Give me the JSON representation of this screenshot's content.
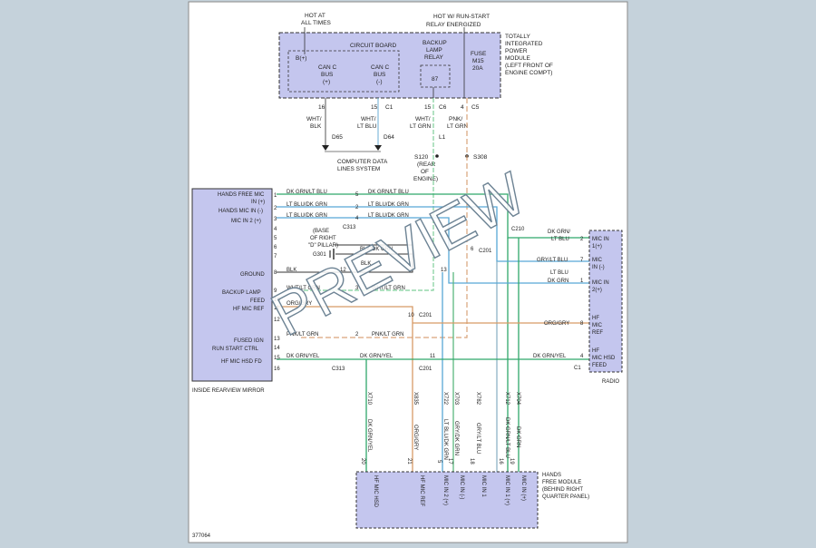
{
  "module_tipm": {
    "hot_at_all_times": [
      "HOT AT",
      "ALL TIMES"
    ],
    "hot_w_run_start": [
      "HOT W/ RUN-START",
      "RELAY ENERGIZED"
    ],
    "circuit_board": "CIRCUIT BOARD",
    "b_plus": "B(+)",
    "can_c_bus_plus": [
      "CAN C",
      "BUS",
      "(+)"
    ],
    "can_c_bus_minus": [
      "CAN C",
      "BUS",
      "(-)"
    ],
    "backup_lamp_relay": [
      "BACKUP",
      "LAMP",
      "RELAY"
    ],
    "relay_pin": "87",
    "fuse": [
      "FUSE",
      "M15",
      "20A"
    ],
    "name": [
      "TOTALLY",
      "INTEGRATED",
      "POWER",
      "MODULE",
      "(LEFT FRONT OF",
      "ENGINE COMPT)"
    ],
    "pins": [
      "16",
      "15",
      "C1",
      "15",
      "C6",
      "4",
      "C5"
    ]
  },
  "data_lines": {
    "wire1": [
      "WHT/",
      "BLK"
    ],
    "wire2": [
      "WHT/",
      "LT BLU"
    ],
    "wire3": [
      "WHT/",
      "LT GRN"
    ],
    "wire4": [
      "PNK/",
      "LT GRN"
    ],
    "d65": "D65",
    "d64": "D64",
    "l1": "L1",
    "system": [
      "COMPUTER DATA",
      "LINES SYSTEM"
    ],
    "s120": [
      "S120",
      "(REAR",
      "OF",
      "ENGINE)"
    ],
    "s308": "S308"
  },
  "mirror": {
    "labels": [
      "HANDS FREE MIC",
      "IN (+)",
      "HANDS MIC IN (-)",
      "MIC IN 2 (+)",
      "GROUND",
      "BACKUP LAMP",
      "FEED",
      "HF MIC REF",
      "FUSED IGN",
      "RUN START CTRL",
      "HF MIC HSD FD"
    ],
    "pins": [
      "1",
      "2",
      "3",
      "4",
      "5",
      "6",
      "7",
      "8",
      "9",
      "10",
      "11",
      "12",
      "13",
      "14",
      "15",
      "16"
    ],
    "name": "INSIDE REARVIEW MIRROR",
    "base_note": [
      "(BASE",
      "OF RIGHT",
      "\"D\" PILLAR)"
    ],
    "g301": "G301"
  },
  "wires_mid": {
    "w1": "DK GRN/LT BLU",
    "w2": "LT BLU/DK GRN",
    "w3": "LT BLU/DK GRN",
    "w1r": "DK GRN/LT BLU",
    "w2r": "LT BLU/DK GRN",
    "w3r": "LT BLU/DK GRN",
    "blk_dkgrn": "BLK/DK GRN",
    "blk": "BLK",
    "blk2": "BLK",
    "wht_ltgrn": "WHT/LT GRN",
    "wht_ltgrn2": "WHT/LT GRN",
    "org_gry": "ORG/GRY",
    "pnk_ltgrn": "PNK/LT GRN",
    "pnk_ltgrn2": "PNK/LT GRN",
    "dkgrn_yel": "DK GRN/YEL",
    "dkgrn_yel2": "DK GRN/YEL",
    "c313": "C313",
    "c313b": "C313",
    "c201": "C201",
    "c201b": "C201",
    "c201c": "C201",
    "c210": "C210",
    "pin_nums": [
      "5",
      "2",
      "4",
      "12",
      "13",
      "3",
      "10",
      "2",
      "6",
      "11"
    ]
  },
  "radio": {
    "wires": [
      "DK GRN/",
      "LT BLU",
      "GRY/LT BLU",
      "LT BLU",
      "DK GRN",
      "ORG/GRY",
      "DK GRN/YEL"
    ],
    "pins": [
      "2",
      "7",
      "1",
      "8",
      "4",
      "C1"
    ],
    "labels": [
      "MIC IN",
      "1(+)",
      "MIC",
      "IN (-)",
      "MIC IN",
      "2(+)",
      "HF",
      "MIC",
      "REF",
      "HF",
      "MIC HSD",
      "FEED"
    ],
    "name": "RADIO"
  },
  "hfm": {
    "wire_codes": [
      "X710",
      "X835",
      "X722",
      "X703",
      "X782",
      "X712",
      "X704"
    ],
    "wire_colors": [
      "DK GRN/YEL",
      "ORG/GRY",
      "LT BLU/DK GRN",
      "GRY/DK GRN",
      "GRY/LT BLU",
      "DK GRN/LT BLU",
      "DK GRN"
    ],
    "pins": [
      "20",
      "21",
      "5",
      "17",
      "18",
      "16",
      "19"
    ],
    "pin_labels": [
      "HF MIC HSD",
      "HF MIC REF",
      "MIC IN 2 (+)",
      "MIC IN (-)",
      "MIC IN 1",
      "MIC IN 1 (+)",
      "MIC IN (+)"
    ],
    "name": [
      "HANDS",
      "FREE MODULE",
      "(BEHIND RIGHT",
      "QUARTER PANEL)"
    ]
  },
  "figure_number": "377064",
  "watermark": "PREVIEW",
  "colors": {
    "page": "#c5d2db",
    "sheet": "#ffffff",
    "module_fill": "#c4c6ee",
    "green": "#2fa86a",
    "light_blue": "#57a8d6",
    "orange": "#d79a66",
    "gray": "#8a8a8a",
    "black": "#222222"
  }
}
